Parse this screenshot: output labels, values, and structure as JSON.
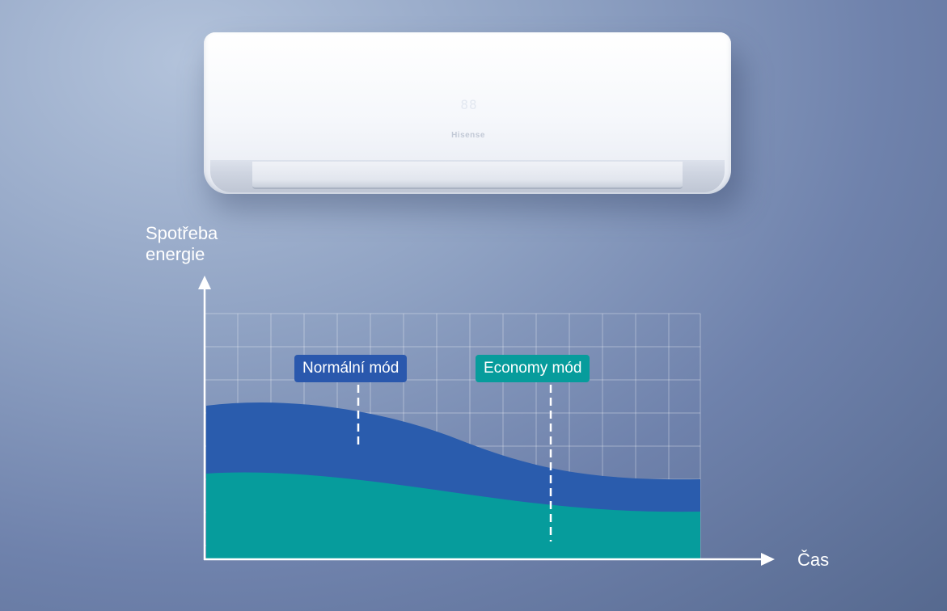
{
  "device": {
    "brand": "Hisense",
    "display": "88"
  },
  "chart": {
    "ylabel_line1": "Spotřeba",
    "ylabel_line2": "energie",
    "xlabel": "Čas",
    "normal_label": "Normální mód",
    "economy_label": "Economy mód",
    "colors": {
      "normal": "#2a5cad",
      "economy": "#069c9c",
      "grid": "#ffffff"
    }
  }
}
